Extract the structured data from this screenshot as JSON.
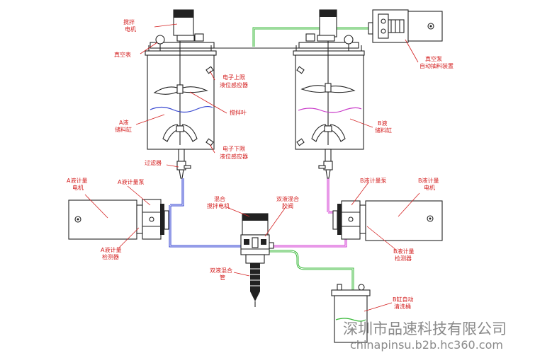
{
  "colors": {
    "label": "#d42020",
    "line": "#222222",
    "pipe_green": "#38b838",
    "pipe_blue": "#2a3ad0",
    "pipe_magenta": "#d030d0",
    "liquid_a": "#3848d0",
    "liquid_b": "#c838c8",
    "watermark": "#8a8a8a"
  },
  "labels": {
    "stir_motor_1": "搅拌",
    "stir_motor_2": "电机",
    "vacuum_gauge": "真空表",
    "upper_sensor_1": "电子上限",
    "upper_sensor_2": "液位感应器",
    "stir_blade": "搅拌叶",
    "a_tank_1": "A液",
    "a_tank_2": "储料缸",
    "lower_sensor_1": "电子下限",
    "lower_sensor_2": "液位感应器",
    "b_tank_1": "B液",
    "b_tank_2": "储料缸",
    "vacuum_pump_1": "真空泵",
    "vacuum_pump_2": "自动抽料装置",
    "filter": "过滤器",
    "a_meter_motor_1": "A液计量",
    "a_meter_motor_2": "电机",
    "a_meter_pump": "A液计量泵",
    "a_meter_sensor_1": "A液计量",
    "a_meter_sensor_2": "检测器",
    "mix_motor_1": "混合",
    "mix_motor_2": "搅拌电机",
    "mix_valve_1": "双液混合",
    "mix_valve_2": "胶阀",
    "b_meter_pump": "B液计量泵",
    "b_meter_motor_1": "B液计量",
    "b_meter_motor_2": "电机",
    "b_meter_sensor_1": "B液计量",
    "b_meter_sensor_2": "检测器",
    "mix_tube_1": "双液混合",
    "mix_tube_2": "管",
    "clean_tank_1": "B缸自动",
    "clean_tank_2": "清洗桶"
  },
  "watermark": {
    "line1": "深圳市品速科技有限公司",
    "line2": "chinapinsu.b2b.hc360.com"
  }
}
